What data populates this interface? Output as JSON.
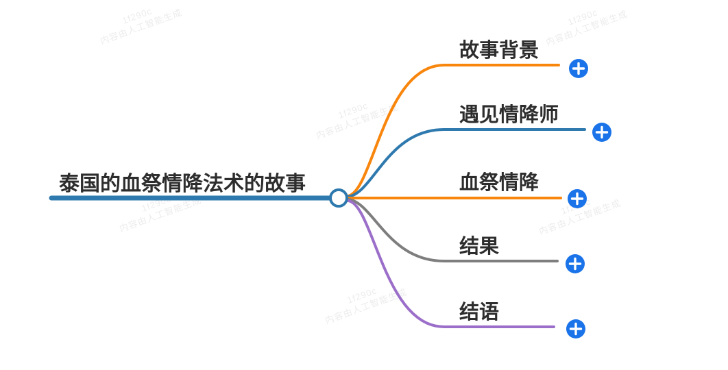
{
  "watermark": {
    "line1": "1f290c",
    "line2": "内容由人工智能生成"
  },
  "colors": {
    "expand_button": "#1a73e8",
    "expand_plus": "#ffffff",
    "text": "#2d2d2d",
    "watermark": "#ececec",
    "node_fill": "#ffffff"
  },
  "mindmap": {
    "root": {
      "label": "泰国的血祭情降法术的故事",
      "color": "#2e79ae"
    },
    "branches": [
      {
        "label": "故事背景",
        "color": "#f8860d"
      },
      {
        "label": "遇见情降师",
        "color": "#2e79ae"
      },
      {
        "label": "血祭情降",
        "color": "#f8860d"
      },
      {
        "label": "结果",
        "color": "#7e7e7e"
      },
      {
        "label": "结语",
        "color": "#9b6fc9"
      }
    ],
    "expand_button_color": "#1a73e8"
  }
}
